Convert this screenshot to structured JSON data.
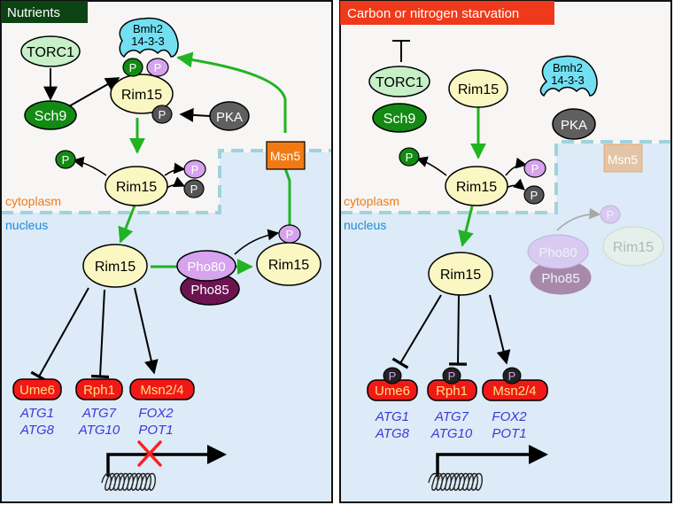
{
  "left_panel": {
    "title": "Nutrients",
    "region_cytoplasm": "cytoplasm",
    "region_nucleus": "nucleus",
    "torc1": "TORC1",
    "sch9": "Sch9",
    "bmh2": "Bmh2",
    "bmh2_sub": "14-3-3",
    "pka": "PKA",
    "msn5": "Msn5",
    "rim15": "Rim15",
    "pho80": "Pho80",
    "pho85": "Pho85",
    "phospho": "P",
    "tf1": "Ume6",
    "tf2": "Rph1",
    "tf3": "Msn2/4",
    "genes1": [
      "ATG1",
      "ATG8"
    ],
    "genes2": [
      "ATG7",
      "ATG10"
    ],
    "genes3": [
      "FOX2",
      "POT1"
    ],
    "transcription": "blocked"
  },
  "right_panel": {
    "title": "Carbon or nitrogen starvation",
    "region_cytoplasm": "cytoplasm",
    "region_nucleus": "nucleus",
    "torc1": "TORC1",
    "sch9": "Sch9",
    "bmh2": "Bmh2",
    "bmh2_sub": "14-3-3",
    "pka": "PKA",
    "msn5": "Msn5",
    "rim15": "Rim15",
    "pho80": "Pho80",
    "pho85": "Pho85",
    "phospho": "P",
    "tf1": "Ume6",
    "tf2": "Rph1",
    "tf3": "Msn2/4",
    "genes1": [
      "ATG1",
      "ATG8"
    ],
    "genes2": [
      "ATG7",
      "ATG10"
    ],
    "genes3": [
      "FOX2",
      "POT1"
    ],
    "transcription": "active"
  },
  "colors": {
    "nucleus_bg": "#dcebf7",
    "cytoplasm_bg": "#f7f6f4",
    "nuclear_envelope": "#9fd3dc",
    "green_arrow": "#22b322",
    "rim15_fill": "#fbf7c2",
    "torc1_fill": "#c8f0c8",
    "sch9_fill": "#138a13",
    "pka_fill": "#5f5f5f",
    "bmh2_fill": "#73e0f2",
    "msn5_fill": "#f27a12",
    "pho80_fill": "#d6a3ee",
    "pho85_fill": "#6c1450",
    "tf_fill": "#f11818",
    "tf_text": "#ffe07a",
    "title_left_bg": "#0b4312",
    "title_right_bg": "#ee3a1a",
    "cytoplasm_label": "#ee7a1a",
    "nucleus_label": "#1e88d6",
    "gene_text": "#3a3ad8",
    "red_x": "#ff2020"
  }
}
